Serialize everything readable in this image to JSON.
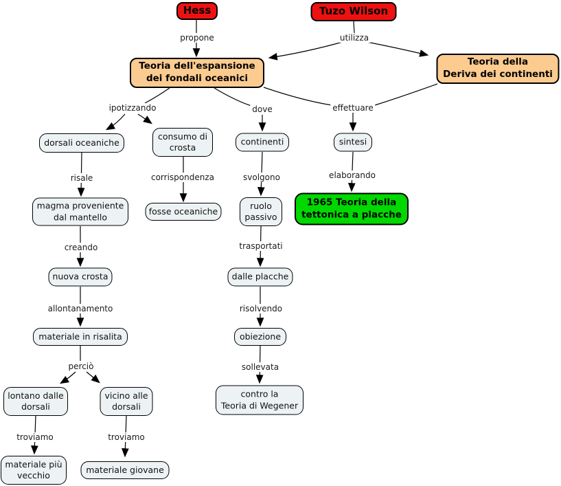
{
  "diagram": {
    "type": "concept-map",
    "language": "it",
    "background": "#ffffff"
  },
  "colors": {
    "author_node": "#ee1111",
    "theory_node": "#fbcb90",
    "milestone_node": "#00d800",
    "concept_node": "#edf2f4",
    "connector": "#000000"
  },
  "nodes": {
    "hess": {
      "label": "Hess"
    },
    "tuzo_wilson": {
      "label": "Tuzo Wilson"
    },
    "teoria_espansione": {
      "label": "Teoria dell'espansione\ndei fondali oceanici"
    },
    "teoria_deriva": {
      "label": "Teoria della\nDeriva dei continenti"
    },
    "dorsali_oceaniche": {
      "label": "dorsali oceaniche"
    },
    "consumo_di_crosta": {
      "label": "consumo di\ncrosta"
    },
    "continenti": {
      "label": "continenti"
    },
    "sintesi": {
      "label": "sintesi"
    },
    "magma_mantello": {
      "label": "magma proveniente\ndal mantello"
    },
    "fosse_oceaniche": {
      "label": "fosse oceaniche"
    },
    "ruolo_passivo": {
      "label": "ruolo\npassivo"
    },
    "tettonica_placche": {
      "label": "1965 Teoria della\ntettonica a placche"
    },
    "nuova_crosta": {
      "label": "nuova crosta"
    },
    "dalle_placche": {
      "label": "dalle placche"
    },
    "materiale_in_risalita": {
      "label": "materiale in risalita"
    },
    "obiezione": {
      "label": "obiezione"
    },
    "lontano_dalle_dorsali": {
      "label": "lontano dalle\ndorsali"
    },
    "vicino_alle_dorsali": {
      "label": "vicino alle\ndorsali"
    },
    "contro_wegener": {
      "label": "contro la\nTeoria di Wegener"
    },
    "materiale_piu_vecchio": {
      "label": "materiale più\nvecchio"
    },
    "materiale_giovane": {
      "label": "materiale giovane"
    }
  },
  "links": {
    "propone": {
      "label": "propone"
    },
    "utilizza": {
      "label": "utilizza"
    },
    "ipotizzando": {
      "label": "ipotizzando"
    },
    "dove": {
      "label": "dove"
    },
    "effettuare": {
      "label": "effettuare"
    },
    "risale": {
      "label": "risale"
    },
    "corrispondenza": {
      "label": "corrispondenza"
    },
    "svolgono": {
      "label": "svolgono"
    },
    "elaborando": {
      "label": "elaborando"
    },
    "creando": {
      "label": "creando"
    },
    "trasportati": {
      "label": "trasportati"
    },
    "allontanamento": {
      "label": "allontanamento"
    },
    "risolvendo": {
      "label": "risolvendo"
    },
    "percio": {
      "label": "perciò"
    },
    "sollevata": {
      "label": "sollevata"
    },
    "troviamo_left": {
      "label": "troviamo"
    },
    "troviamo_right": {
      "label": "troviamo"
    }
  }
}
